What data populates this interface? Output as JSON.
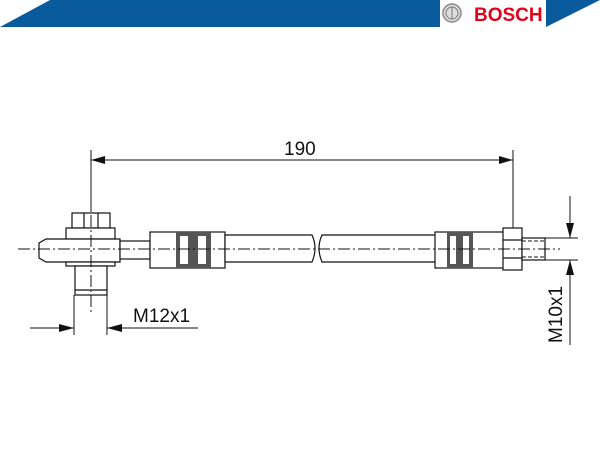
{
  "brand": {
    "name": "BOSCH",
    "bar_color": "#0a5a9e",
    "name_color": "#e2001a"
  },
  "dimensions": {
    "length": "190",
    "left_thread": "M12x1",
    "right_thread": "M10x1"
  }
}
